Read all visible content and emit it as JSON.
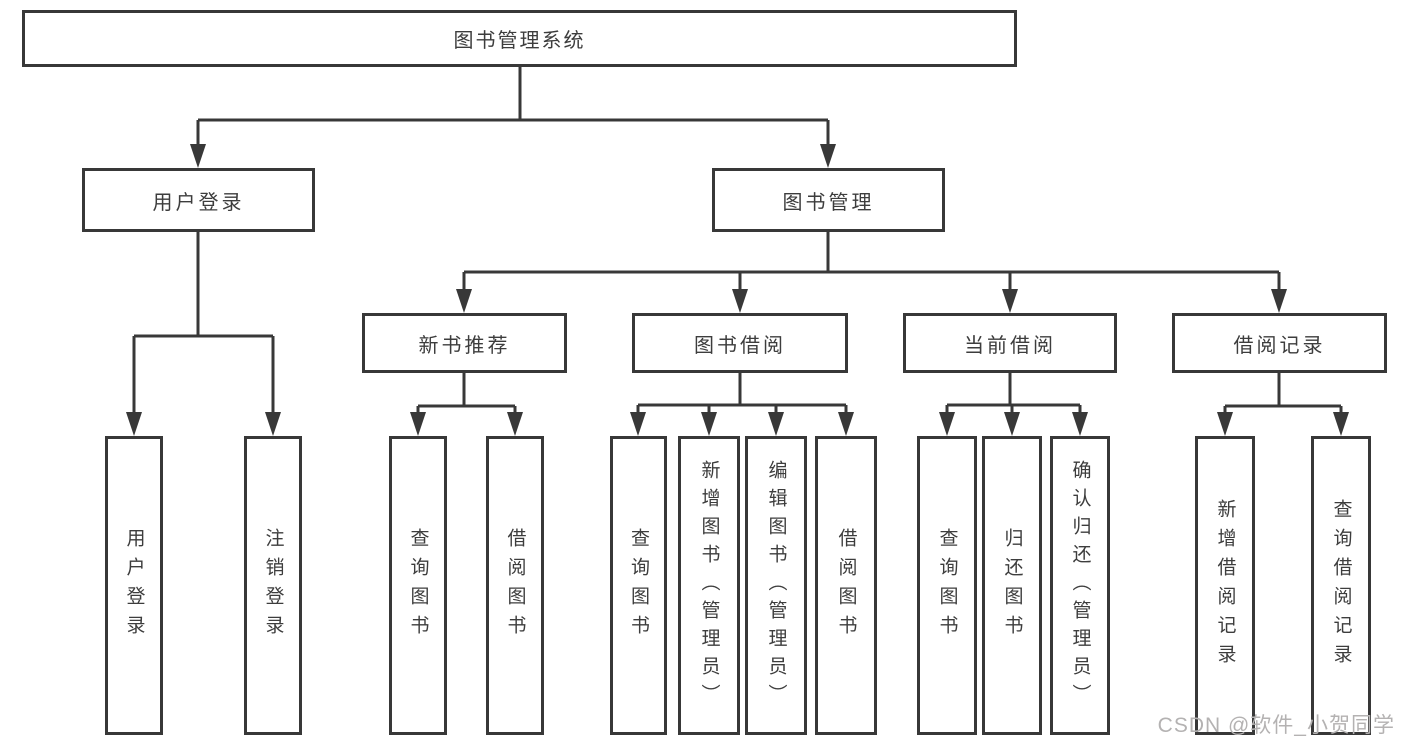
{
  "diagram": {
    "nodes": {
      "root": "图书管理系统",
      "user_login": "用户登录",
      "book_mgmt": "图书管理",
      "new_book_rec": "新书推荐",
      "book_borrow": "图书借阅",
      "current_borrow": "当前借阅",
      "borrow_record": "借阅记录",
      "leaves": {
        "user_login": [
          "用户登录",
          "注销登录"
        ],
        "new_book_rec": [
          "查询图书",
          "借阅图书"
        ],
        "book_borrow": [
          "查询图书",
          "新增图书（管理员）",
          "编辑图书（管理员）",
          "借阅图书"
        ],
        "current_borrow": [
          "查询图书",
          "归还图书",
          "确认归还（管理员）"
        ],
        "borrow_record": [
          "新增借阅记录",
          "查询借阅记录"
        ]
      }
    }
  },
  "watermark": "CSDN @软件_小贺同学",
  "colors": {
    "line": "#383838",
    "text": "#3d3d3d",
    "watermark": "#b4b2b2",
    "background": "#ffffff"
  }
}
